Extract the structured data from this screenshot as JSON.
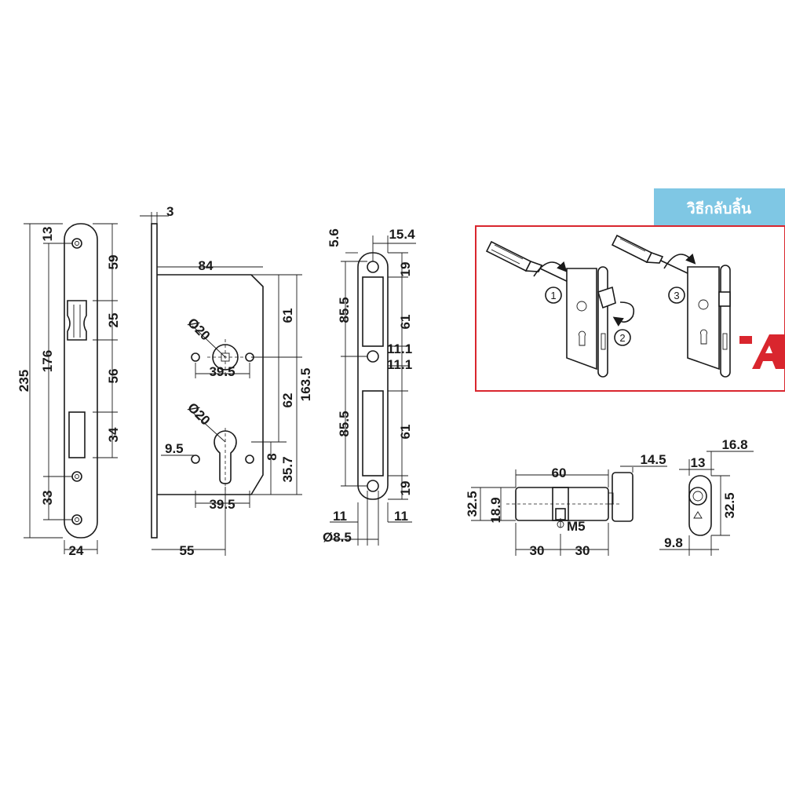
{
  "faceplate": {
    "height_total": "235",
    "height_inner": "176",
    "top_offset": "13",
    "bottom_offset": "33",
    "width": "24",
    "seg_59": "59",
    "seg_25": "25",
    "seg_56": "56",
    "seg_34": "34"
  },
  "lockbody": {
    "thickness": "3",
    "width": "84",
    "backset": "55",
    "hole_dia_top": "Ø20",
    "hole_dia_cyl": "Ø20",
    "spacing_top": "39.5",
    "spacing_bottom": "39.5",
    "offset_left": "9.5",
    "h_61": "61",
    "h_62": "62",
    "h_163_5": "163.5",
    "h_35_7": "35.7",
    "h_8": "8"
  },
  "strikeplate": {
    "top_margin": "5.6",
    "width": "15.4",
    "seg_19_top": "19",
    "seg_61_top": "61",
    "seg_11_1_a": "11.1",
    "seg_11_1_b": "11.1",
    "seg_61_bottom": "61",
    "seg_19_bottom": "19",
    "seg_85_5_top": "85.5",
    "seg_85_5_bottom": "85.5",
    "bottom_left": "11",
    "bottom_right": "11",
    "screw_dia": "Ø8.5"
  },
  "cylinder": {
    "length": "60",
    "knob": "14.5",
    "height": "32.5",
    "core": "18.9",
    "screw": "M5",
    "half_left": "30",
    "half_right": "30"
  },
  "cylinder_end": {
    "width": "16.8",
    "inner": "13",
    "height": "32.5",
    "offset": "9.8"
  },
  "instructions": {
    "title": "วิธีกลับลิ้น",
    "step1": "1",
    "step2": "2",
    "step3": "3",
    "banner_color": "#7fc7e4",
    "border_color": "#d9262e"
  },
  "brand": {
    "logo_color": "#d9262e"
  }
}
